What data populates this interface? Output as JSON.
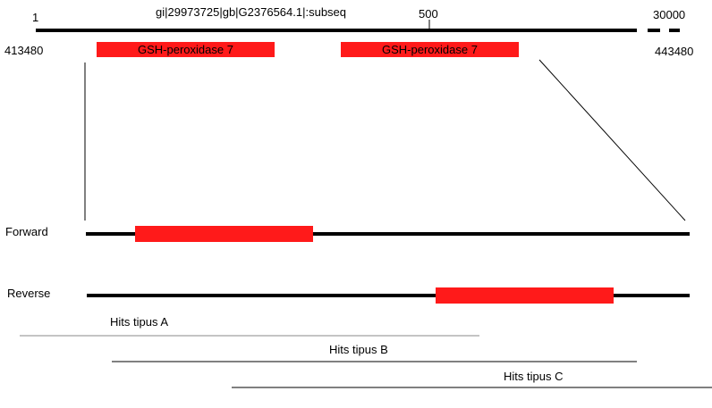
{
  "header": {
    "sequence_id": "gi|29973725|gb|G2376564.1|:subseq",
    "scale_start": "1",
    "scale_mid": "500",
    "scale_end": "30000",
    "range_start": "413480",
    "range_end": "443480"
  },
  "features": [
    {
      "label": "GSH-peroxidase 7"
    },
    {
      "label": "GSH-peroxidase 7"
    }
  ],
  "strands": {
    "forward_label": "Forward",
    "reverse_label": "Reverse"
  },
  "hits": [
    {
      "label": "Hits tipus A"
    },
    {
      "label": "Hits tipus B"
    },
    {
      "label": "Hits tipus C"
    }
  ],
  "colors": {
    "feature": "#ff1a1a",
    "line": "#000000",
    "hit_line_a": "#888888"
  }
}
